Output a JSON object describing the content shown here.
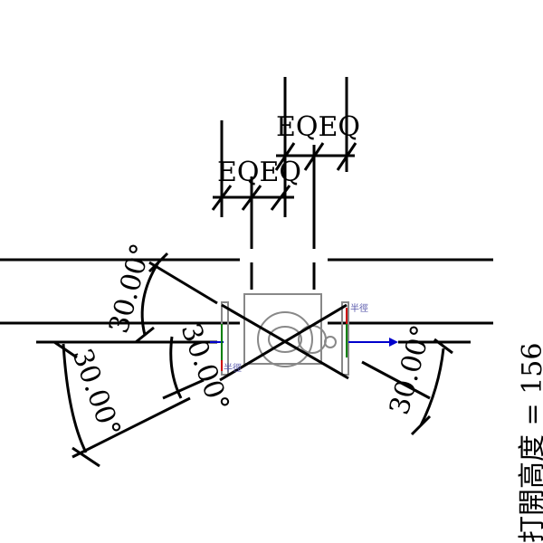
{
  "dimensions": {
    "eq_label_1": "EQEQ",
    "eq_label_2": "EQEQ",
    "angle_1": "30.00°",
    "angle_2": "30.00°",
    "angle_3": "30.00°",
    "angle_4": "30.00°",
    "opening_height": "打開高度 = 156"
  },
  "part": {
    "radius_label_top": "半徑",
    "radius_label_bottom": "半徑"
  },
  "colors": {
    "axis": "#0000cc",
    "green": "#008000",
    "red": "#cc0000",
    "part": "#888888"
  }
}
